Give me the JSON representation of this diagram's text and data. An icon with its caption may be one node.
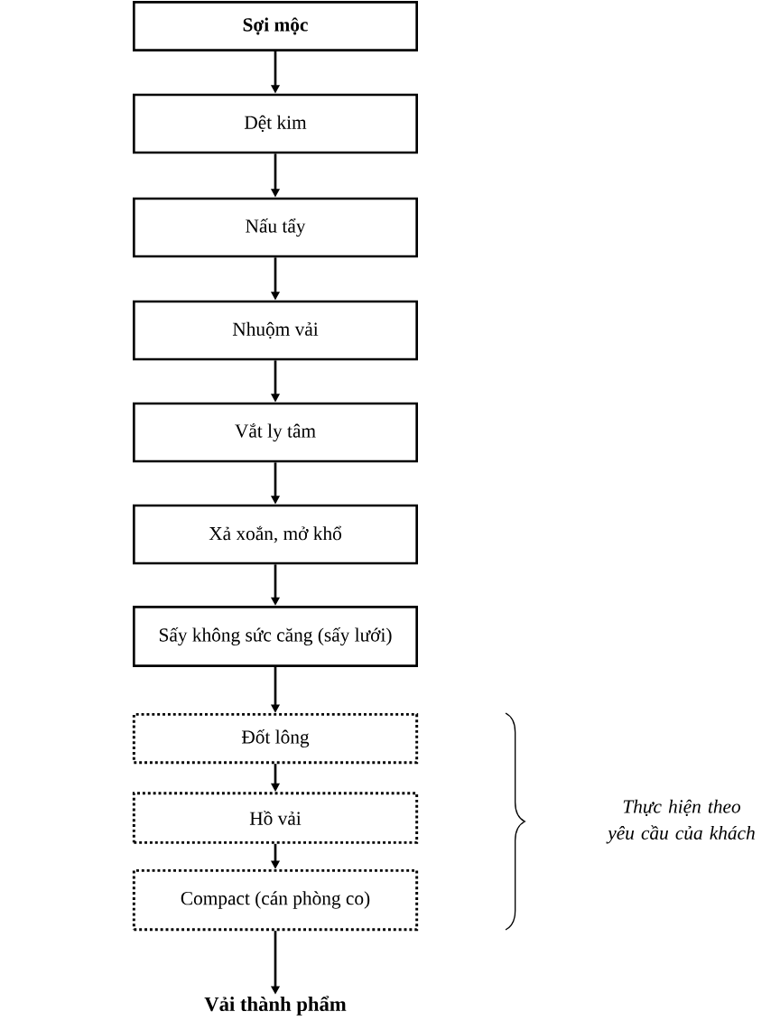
{
  "diagram": {
    "nodes": [
      {
        "text": [
          "Sợi mộc"
        ]
      },
      {
        "text": [
          "Dệt kim"
        ]
      },
      {
        "text": [
          "Nấu tẩy"
        ]
      },
      {
        "text": [
          "Nhuộm vải"
        ]
      },
      {
        "text": [
          "Vắt ly tâm"
        ]
      },
      {
        "text": [
          "Xả xoắn, mở khổ"
        ]
      },
      {
        "text": [
          "Sấy không sức căng (sấy lưới)"
        ]
      },
      {
        "text": [
          "Đốt lông"
        ]
      },
      {
        "text": [
          "Hồ vải"
        ]
      },
      {
        "text": [
          "Compact (cán phòng co)"
        ]
      },
      {
        "text": [
          "Vải thành phẩm"
        ]
      }
    ],
    "edges": [
      {
        "from": 0,
        "to": 1,
        "arrow": "to"
      },
      {
        "from": 1,
        "to": 2,
        "arrow": "to"
      },
      {
        "from": 2,
        "to": 3,
        "arrow": "to"
      },
      {
        "from": 3,
        "to": 4,
        "arrow": "to"
      },
      {
        "from": 4,
        "to": 5,
        "arrow": "to"
      },
      {
        "from": 5,
        "to": 6,
        "arrow": "to"
      },
      {
        "from": 6,
        "to": 7,
        "arrow": "to"
      },
      {
        "from": 7,
        "to": 8,
        "arrow": "to"
      },
      {
        "from": 8,
        "to": 9,
        "arrow": "to"
      },
      {
        "from": 9,
        "to": 10,
        "arrow": "to"
      }
    ],
    "labels": [
      "Thực hiện theo yêu cầu của khách"
    ]
  }
}
